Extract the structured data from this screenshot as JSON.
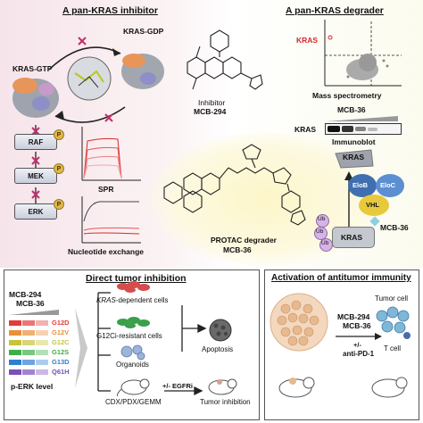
{
  "top_left": {
    "title": "A pan-KRAS inhibitor",
    "kras_gdp": "KRAS-GDP",
    "kras_gtp": "KRAS-GTP",
    "inhibitor_name": "Inhibitor",
    "inhibitor_id": "MCB-294",
    "cascade": [
      "RAF",
      "MEK",
      "ERK"
    ],
    "phospho": "P",
    "spr": "SPR",
    "nucleotide": "Nucleotide exchange"
  },
  "top_right": {
    "title": "A pan-KRAS degrader",
    "kras_label": "KRAS",
    "mass_spec": "Mass spectrometry",
    "mcb36": "MCB-36",
    "blot_label": "KRAS",
    "immunoblot": "Immunoblot"
  },
  "protac": {
    "name": "PROTAC degrader",
    "id": "MCB-36"
  },
  "degradation": {
    "kras_top": "KRAS",
    "elob": "EloB",
    "eloc": "EloC",
    "vhl": "VHL",
    "ub": "Ub",
    "kras_bottom": "KRAS",
    "mcb36": "MCB-36"
  },
  "bottom_left": {
    "title": "Direct tumor inhibition",
    "drug1": "MCB-294",
    "drug2": "MCB-36",
    "mutations": [
      "G12D",
      "G12V",
      "G12C",
      "G12S",
      "G13D",
      "Q61H"
    ],
    "perk": "p-ERK level",
    "cells1_italic": "KRAS",
    "cells1_rest": "-dependent cells",
    "cells2": "G12Ci-resistant cells",
    "organoids": "Organoids",
    "apoptosis": "Apoptosis",
    "cdx": "CDX/PDX/GEMM",
    "egfri": "+/- EGFRi",
    "tumor_inhibition": "Tumor inhibition"
  },
  "bottom_right": {
    "title": "Activation of antitumor immunity",
    "drug1": "MCB-294",
    "drug2": "MCB-36",
    "plusminus": "+/-",
    "antipd1": "anti-PD-1",
    "tumor_cell": "Tumor cell",
    "t_cell": "T cell"
  },
  "colors": {
    "mutations": [
      "#e23b3b",
      "#e8903a",
      "#c7c43a",
      "#3fae4a",
      "#2f7fcf",
      "#7a4fb8"
    ],
    "phospho": "#e0b84a",
    "x_mark": "#c0306a"
  }
}
